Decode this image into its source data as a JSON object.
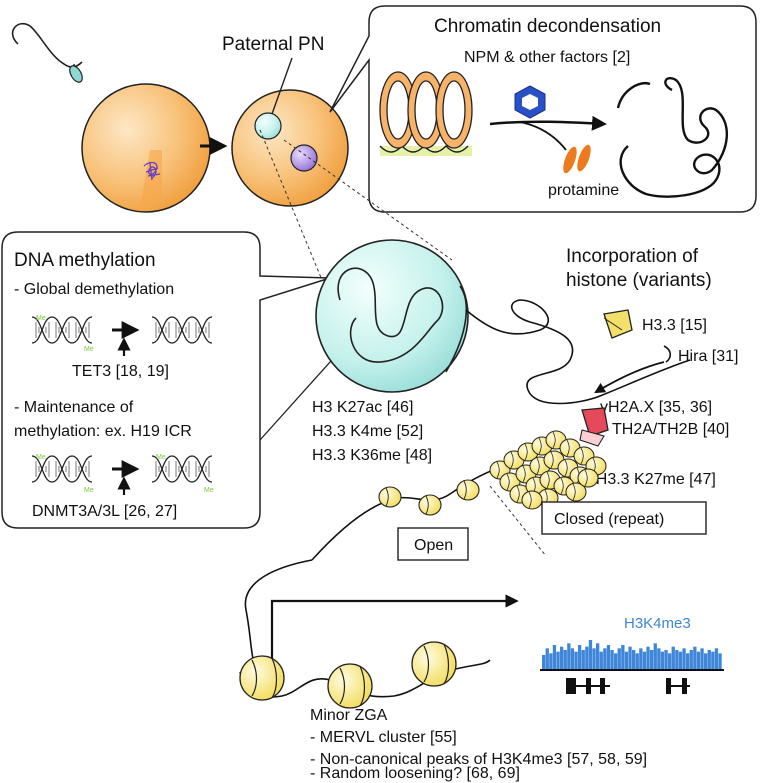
{
  "labels": {
    "paternal_pn": "Paternal PN",
    "chromatin_title": "Chromatin decondensation",
    "npm": "NPM & other factors [2]",
    "protamine": "protamine",
    "dna_title": "DNA methylation",
    "global": "- Global demethylation",
    "tet3": "TET3 [18, 19]",
    "maint_1": "- Maintenance of",
    "maint_2": "methylation: ex. H19 ICR",
    "dnmt": "DNMT3A/3L [26, 27]",
    "incorp_1": "Incorporation of",
    "incorp_2": "histone (variants)",
    "h33": "H3.3 [15]",
    "hira": "Hira [31]",
    "gh2ax": "γH2A.X [35, 36]",
    "th2a": "TH2A/TH2B [40]",
    "k27ac": "H3 K27ac [46]",
    "k4me": "H3.3 K4me [52]",
    "k36me": "H3.3 K36me [48]",
    "k27me": "- H3.3 K27me [47]",
    "open": "Open",
    "closed": "Closed (repeat)",
    "h3k4me3": "H3K4me3",
    "minor_zga": "Minor ZGA",
    "mervl": "- MERVL cluster [55]",
    "noncanon": "- Non-canonical peaks of H3K4me3 [57, 58, 59]",
    "random": "- Random loosening? [68, 69]",
    "me": "Me"
  },
  "colors": {
    "egg_orange": "#f4a94a",
    "pn_cyan": "#b8ece6",
    "pn2_purple": "#9b7ad6",
    "nucleosome_yellow": "#f3e06a",
    "npm_blue": "#2a50c8",
    "protamine_orange": "#ee7a1e",
    "gh2ax_red": "#e64a5a",
    "methyl_green": "#7acb3c",
    "h3k4me3_blue": "#3f86d8",
    "sperm_cyan": "#8fd9d4"
  },
  "icons": [
    "sperm-icon",
    "npm-hexagon-icon",
    "dna-helix-icon",
    "nucleosome-icon",
    "arrow-icon"
  ],
  "h3k4me3_track": [
    9,
    13,
    10,
    15,
    11,
    14,
    12,
    16,
    13,
    11,
    15,
    12,
    14,
    18,
    13,
    16,
    11,
    13,
    15,
    12,
    10,
    13,
    15,
    11,
    14,
    12,
    10,
    13,
    11,
    14,
    12,
    16,
    13,
    11,
    12,
    10,
    14,
    12,
    11,
    13,
    10,
    12,
    14,
    11,
    13,
    10,
    12,
    11,
    13,
    10
  ]
}
